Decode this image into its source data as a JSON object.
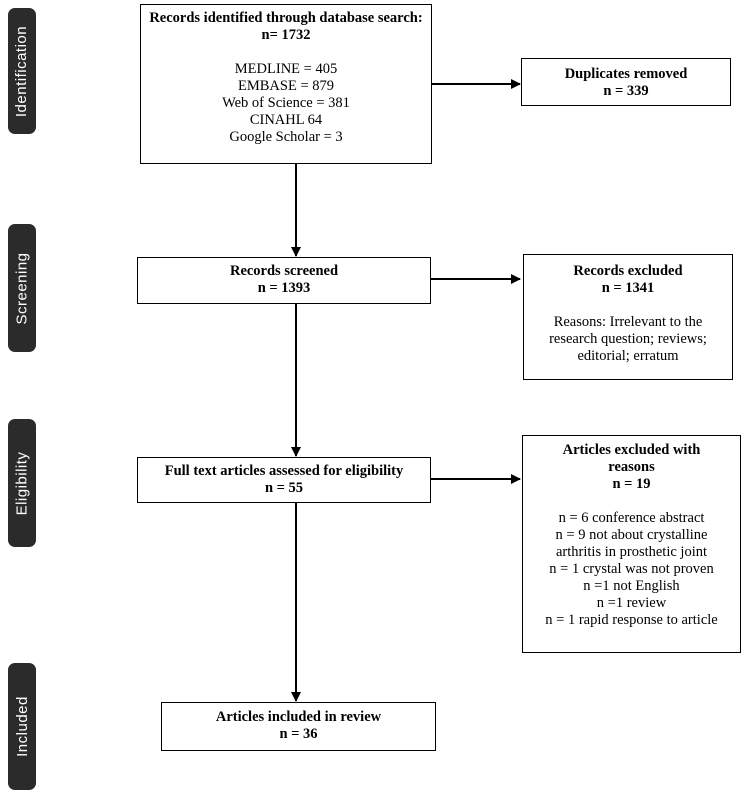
{
  "stages": {
    "identification": "Identification",
    "screening": "Screening",
    "eligibility": "Eligibility",
    "included": "Included"
  },
  "boxes": {
    "records_identified": {
      "title": "Records identified through database search:",
      "count": "n= 1732",
      "sources": [
        "MEDLINE = 405",
        "EMBASE = 879",
        "Web of Science = 381",
        "CINAHL 64",
        "Google  Scholar = 3"
      ]
    },
    "duplicates_removed": {
      "title": "Duplicates removed",
      "count": "n = 339"
    },
    "records_screened": {
      "title": "Records screened",
      "count": "n = 1393"
    },
    "records_excluded": {
      "title": "Records excluded",
      "count": "n = 1341",
      "reasons": [
        "Reasons: Irrelevant to the",
        "research question; reviews;",
        "editorial;  erratum"
      ]
    },
    "full_text": {
      "title": "Full text articles assessed for eligibility",
      "count": "n = 55"
    },
    "articles_excluded": {
      "title_line1": "Articles excluded with",
      "title_line2": "reasons",
      "count": "n = 19",
      "reasons": [
        "n = 6 conference abstract",
        "n = 9 not about crystalline",
        "arthritis in prosthetic joint",
        "n = 1 crystal was not proven",
        "n =1 not English",
        "n =1 review",
        "n = 1 rapid response to article"
      ]
    },
    "included": {
      "title": "Articles included in review",
      "count": "n = 36"
    }
  }
}
